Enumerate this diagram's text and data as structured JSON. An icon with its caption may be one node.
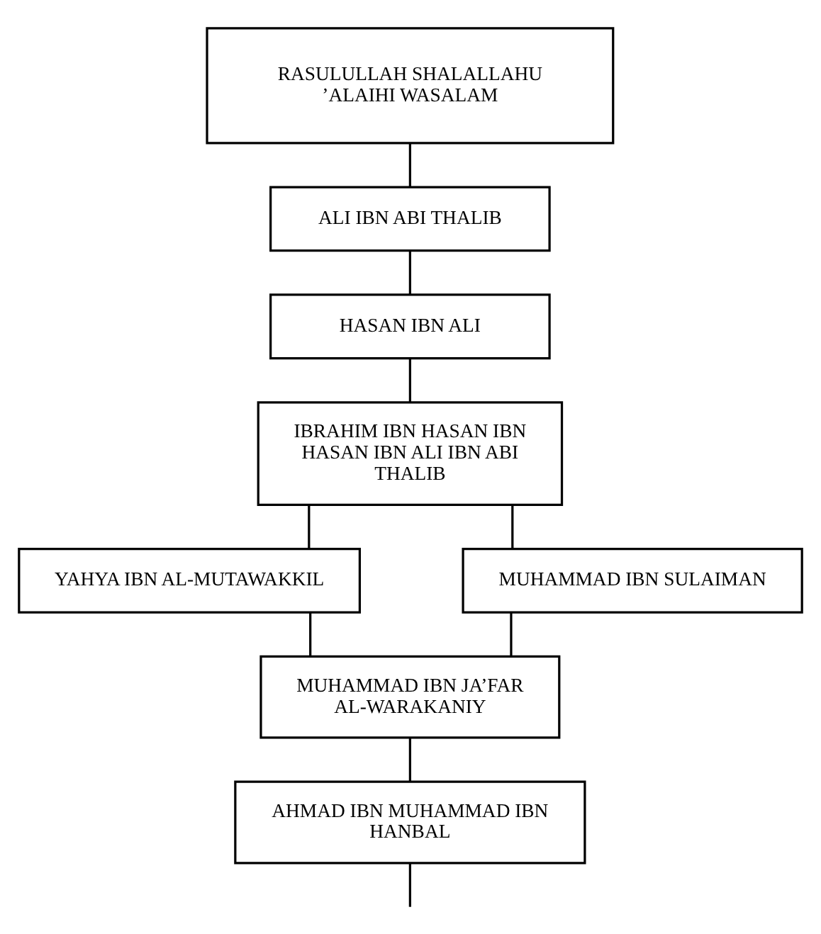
{
  "diagram": {
    "nodes": [
      {
        "text": [
          "RASULULLAH SHALALLAHU ’ALAIHI WASALAM"
        ]
      },
      {
        "text": [
          "ALI IBN ABI THALIB"
        ]
      },
      {
        "text": [
          "HASAN IBN ALI"
        ]
      },
      {
        "text": [
          "IBRAHIM IBN HASAN IBN HASAN IBN ALI IBN ABI THALIB"
        ]
      },
      {
        "text": [
          "YAHYA IBN AL-MUTAWAKKIL"
        ]
      },
      {
        "text": [
          "MUHAMMAD IBN SULAIMAN"
        ]
      },
      {
        "text": [
          "MUHAMMAD IBN JA’FAR AL-WARAKANIY"
        ]
      },
      {
        "text": [
          "AHMAD IBN MUHAMMAD IBN HANBAL"
        ]
      }
    ],
    "edges": [
      {
        "from": 0,
        "to": 1,
        "arrow": "none"
      },
      {
        "from": 1,
        "to": 2,
        "arrow": "none"
      },
      {
        "from": 2,
        "to": 3,
        "arrow": "none"
      },
      {
        "from": 3,
        "to": 4,
        "arrow": "none"
      },
      {
        "from": 3,
        "to": 5,
        "arrow": "none"
      },
      {
        "from": 4,
        "to": 6,
        "arrow": "none"
      },
      {
        "from": 5,
        "to": 6,
        "arrow": "none"
      },
      {
        "from": 6,
        "to": 7,
        "arrow": "none"
      },
      {
        "from": 7,
        "to": null,
        "arrow": "none"
      }
    ]
  }
}
